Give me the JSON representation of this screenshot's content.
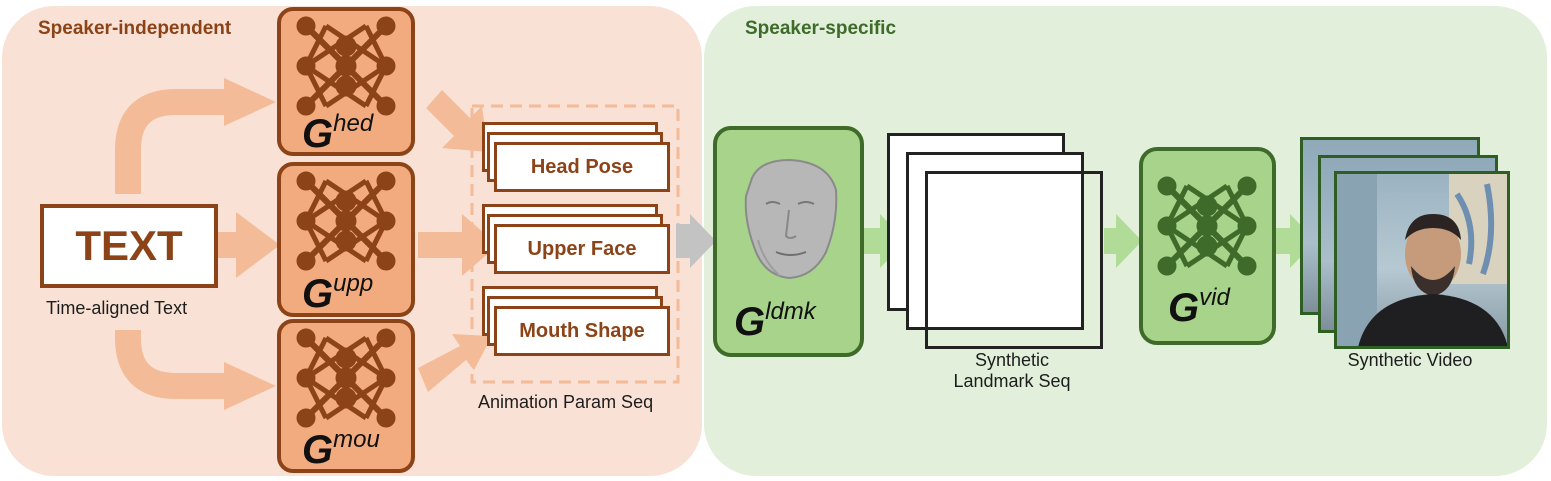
{
  "panels": {
    "left_title": "Speaker-independent",
    "right_title": "Speaker-specific"
  },
  "input": {
    "text": "TEXT",
    "caption": "Time-aligned Text"
  },
  "generators": {
    "head": {
      "base": "G",
      "sup": "hed"
    },
    "upper": {
      "base": "G",
      "sup": "upp"
    },
    "mouth": {
      "base": "G",
      "sup": "mou"
    },
    "landmark": {
      "base": "G",
      "sup": "ldmk"
    },
    "video": {
      "base": "G",
      "sup": "vid"
    }
  },
  "animation_params": {
    "head_pose": "Head Pose",
    "upper_face": "Upper Face",
    "mouth_shape": "Mouth Shape",
    "caption": "Animation Param Seq"
  },
  "landmark_caption_line1": "Synthetic",
  "landmark_caption_line2": "Landmark Seq",
  "video_caption": "Synthetic Video",
  "colors": {
    "brown": "#8c4317",
    "orange_fill": "#f2ab7f",
    "orange_arrow": "#f4bb98",
    "left_panel": "#f9e2d5",
    "right_panel": "#e1efdb",
    "green_dark": "#3f6b2a",
    "green_fill": "#a8d38b",
    "green_arrow": "#b1dc97",
    "gray_arrow": "#c3c3c3"
  },
  "icons": [
    "neural-network-icon",
    "face-mesh-icon",
    "landmark-face-icon",
    "person-video-icon"
  ]
}
